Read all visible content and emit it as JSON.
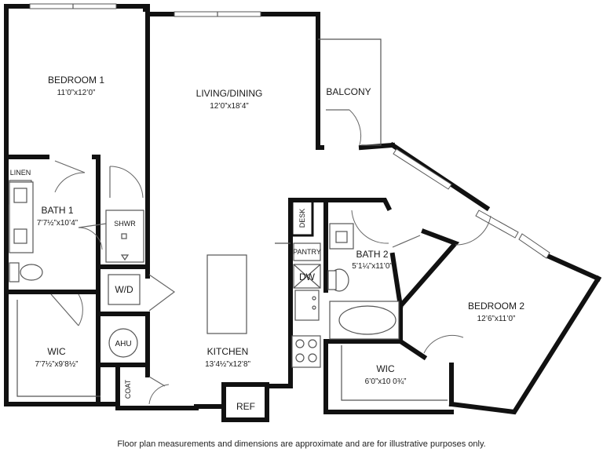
{
  "rooms": {
    "bedroom1": {
      "name": "BEDROOM 1",
      "dims": "11’0”x12’0”"
    },
    "living": {
      "name": "LIVING/DINING",
      "dims": "12’0”x18’4”"
    },
    "balcony": {
      "name": "BALCONY"
    },
    "linen": {
      "name": "LINEN"
    },
    "bath1": {
      "name": "BATH 1",
      "dims": "7’7½”x10’4”"
    },
    "shower": {
      "name": "SHWR"
    },
    "wd": {
      "name": "W/D"
    },
    "ahu": {
      "name": "AHU"
    },
    "coat": {
      "name": "COAT"
    },
    "wic1": {
      "name": "WIC",
      "dims": "7’7½”x9’8½”"
    },
    "kitchen": {
      "name": "KITCHEN",
      "dims": "13’4½”x12’8”"
    },
    "ref": {
      "name": "REF"
    },
    "desk": {
      "name": "DESK"
    },
    "pantry": {
      "name": "PANTRY"
    },
    "dw": {
      "name": "DW"
    },
    "bath2": {
      "name": "BATH 2",
      "dims": "5’1¼”x11’0”"
    },
    "bedroom2": {
      "name": "BEDROOM 2",
      "dims": "12’6”x11’0”"
    },
    "wic2": {
      "name": "WIC",
      "dims": "6’0”x10 0¾”"
    }
  },
  "disclaimer": "Floor plan measurements and dimensions are approximate and are for illustrative purposes only."
}
